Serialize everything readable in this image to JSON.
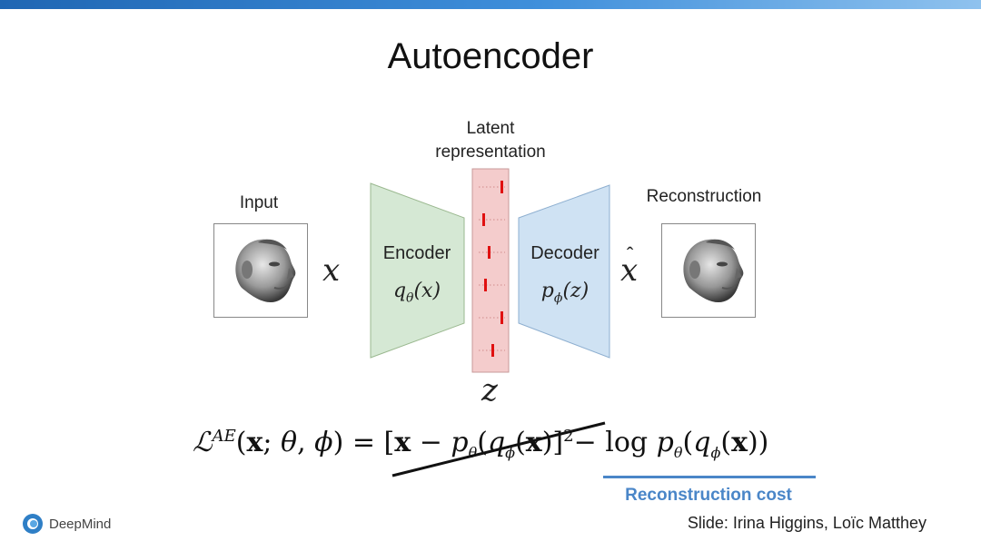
{
  "title": "Autoencoder",
  "labels": {
    "latent_line1": "Latent",
    "latent_line2": "representation",
    "input": "Input",
    "reconstruction": "Reconstruction"
  },
  "variables": {
    "x": "x",
    "x_hat": "x",
    "z": "z"
  },
  "encoder": {
    "name": "Encoder",
    "formula": "qθ(x)",
    "color": "#d5e8d4"
  },
  "decoder": {
    "name": "Decoder",
    "formula": "pϕ(z)",
    "color": "#cfe2f3"
  },
  "latent": {
    "color": "#f4cccc",
    "units": 6
  },
  "loss": {
    "lhs": "ℒ^AE(x; θ, ϕ)",
    "crossed_term": "[x − pθ(qϕ(x))]²",
    "kept_term": "− log pθ(qϕ(x))",
    "reconstruction_cost_label": "Reconstruction cost",
    "accent_color": "#4a86c8"
  },
  "logo": {
    "text": "DeepMind"
  },
  "credit": "Slide: Irina Higgins, Loïc Matthey"
}
